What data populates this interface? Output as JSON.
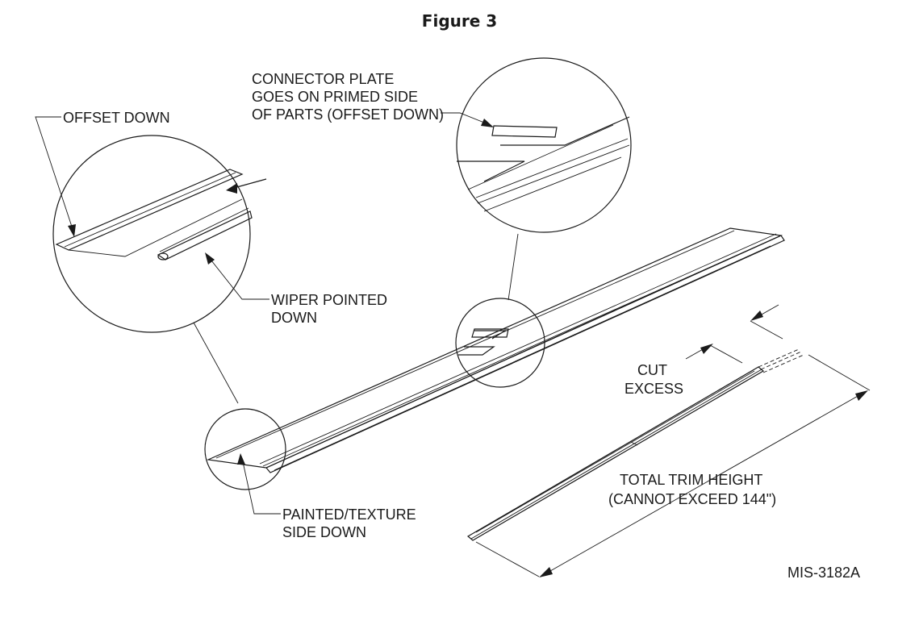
{
  "figure_title": "Figure 3",
  "labels": {
    "offset_down": "OFFSET DOWN",
    "connector_plate": [
      "CONNECTOR PLATE",
      "GOES ON PRIMED SIDE",
      "OF PARTS (OFFSET DOWN)"
    ],
    "wiper_pointed_down": [
      "WIPER POINTED",
      "DOWN"
    ],
    "cut_excess": [
      "CUT",
      "EXCESS"
    ],
    "total_trim_height": [
      "TOTAL TRIM HEIGHT",
      "(CANNOT EXCEED 144\")"
    ],
    "painted_texture_side_down": [
      "PAINTED/TEXTURE",
      "SIDE DOWN"
    ]
  },
  "drawing_number": "MIS-3182A"
}
